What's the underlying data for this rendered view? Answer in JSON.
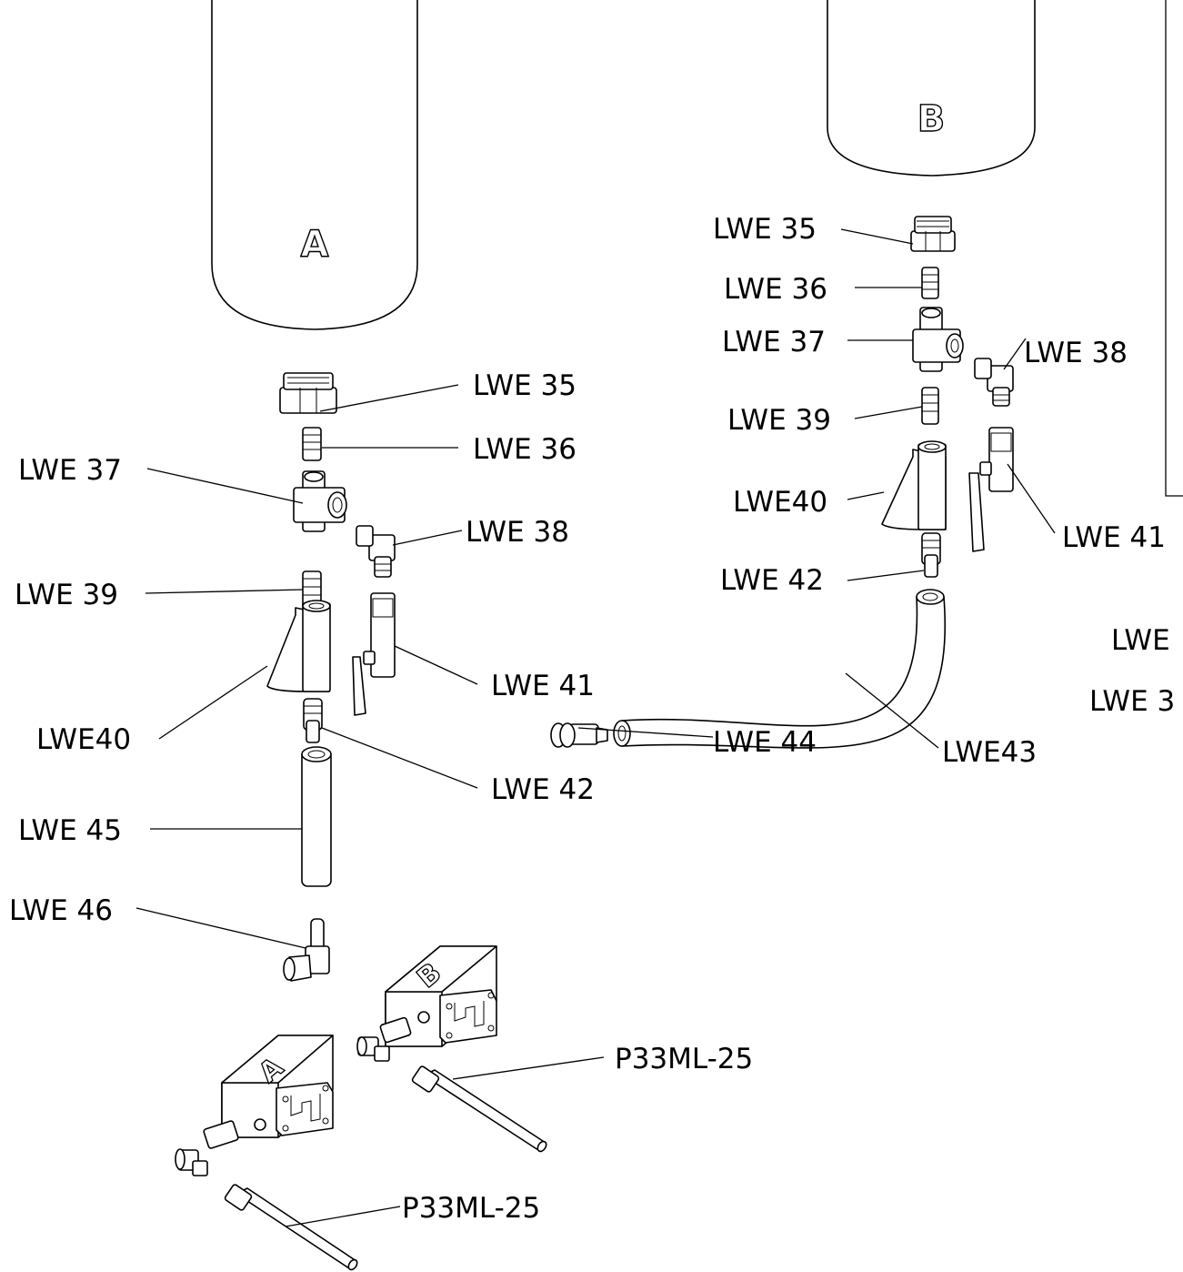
{
  "tanks": {
    "a": {
      "letter": "A"
    },
    "b": {
      "letter": "B"
    }
  },
  "blocks": {
    "a": {
      "letter": "A"
    },
    "b": {
      "letter": "B"
    }
  },
  "labels": {
    "left": {
      "lwe35": "LWE 35",
      "lwe36": "LWE 36",
      "lwe37": "LWE 37",
      "lwe38": "LWE 38",
      "lwe39": "LWE 39",
      "lwe40": "LWE40",
      "lwe41": "LWE 41",
      "lwe42": "LWE 42",
      "lwe45": "LWE 45",
      "lwe46": "LWE 46",
      "p33ml": "P33ML-25"
    },
    "right": {
      "lwe35": "LWE 35",
      "lwe36": "LWE 36",
      "lwe37": "LWE 37",
      "lwe38": "LWE 38",
      "lwe39": "LWE 39",
      "lwe40": "LWE40",
      "lwe41": "LWE 41",
      "lwe42": "LWE 42",
      "lwe43": "LWE43",
      "lwe44": "LWE 44",
      "p33ml": "P33ML-25"
    },
    "clipped": {
      "upper": "LWE",
      "lower": "LWE 3"
    }
  }
}
